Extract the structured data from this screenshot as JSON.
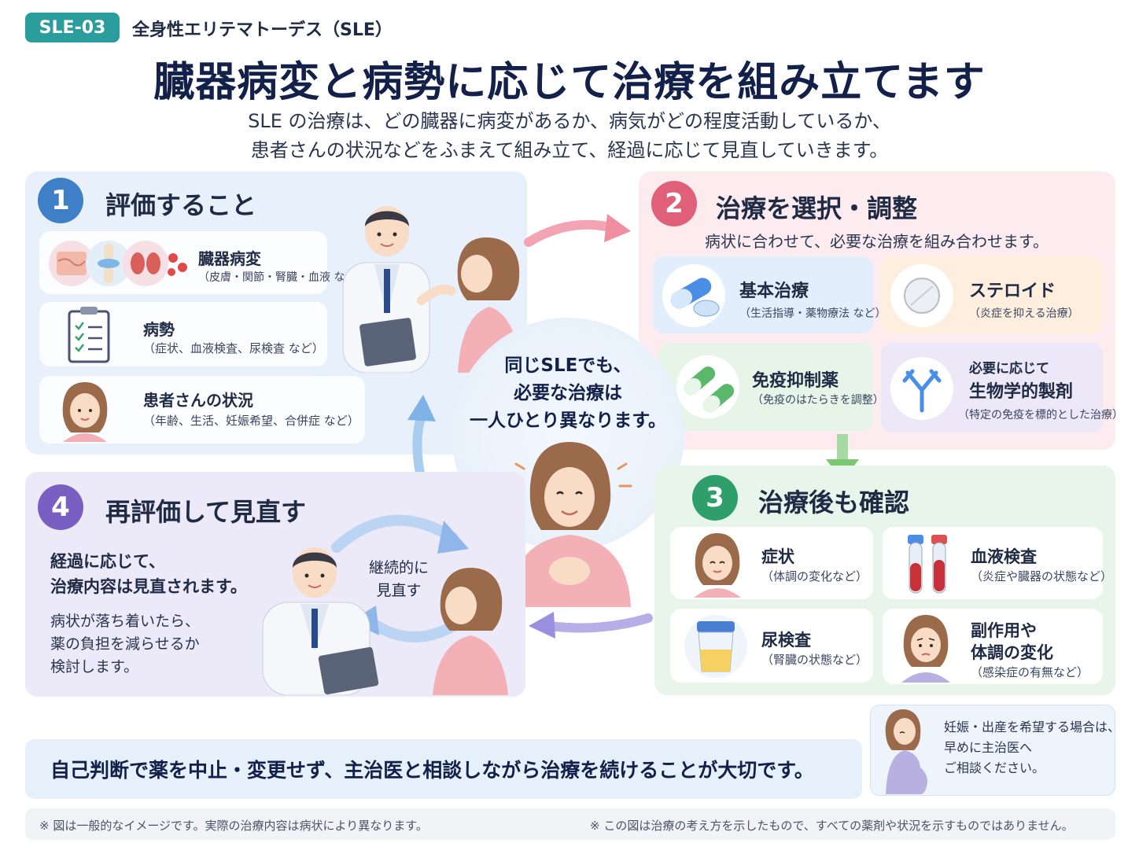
{
  "header": {
    "badge": "SLE-03",
    "subtitle": "全身性エリテマトーデス（SLE）",
    "title": "臓器病変と病勢に応じて治療を組み立てます",
    "intro_line1": "SLE の治療は、どの臓器に病変があるか、病気がどの程度活動しているか、",
    "intro_line2": "患者さんの状況などをふまえて組み立て、経過に応じて見直していきます。"
  },
  "step1": {
    "number": "1",
    "title": "評価すること",
    "items": [
      {
        "title": "臓器病変",
        "sub": "（皮膚・関節・腎臓・血液 など）"
      },
      {
        "title": "病勢",
        "sub": "（症状、血液検査、尿検査 など）"
      },
      {
        "title": "患者さんの状況",
        "sub": "（年齢、生活、妊娠希望、合併症 など）"
      }
    ]
  },
  "step2": {
    "number": "2",
    "title": "治療を選択・調整",
    "desc": "病状に合わせて、必要な治療を組み合わせます。",
    "items": [
      {
        "title": "基本治療",
        "sub": "（生活指導・薬物療法 など）"
      },
      {
        "title": "ステロイド",
        "sub": "（炎症を抑える治療）"
      },
      {
        "title": "免疫抑制薬",
        "sub": "（免疫のはたらきを調整）"
      },
      {
        "pre": "必要に応じて",
        "title": "生物学的製剤",
        "sub": "（特定の免疫を標的とした治療）"
      }
    ]
  },
  "step3": {
    "number": "3",
    "title": "治療後も確認",
    "items": [
      {
        "title": "症状",
        "sub": "（体調の変化など）"
      },
      {
        "title": "血液検査",
        "sub": "（炎症や臓器の状態など）"
      },
      {
        "title": "尿検査",
        "sub": "（腎臓の状態など）"
      },
      {
        "title1": "副作用や",
        "title2": "体調の変化",
        "sub": "（感染症の有無など）"
      }
    ]
  },
  "step4": {
    "number": "4",
    "title": "再評価して見直す",
    "lead1": "経過に応じて、",
    "lead2": "治療内容は見直されます。",
    "body1": "病状が落ち着いたら、",
    "body2": "薬の負担を減らせるか",
    "body3": "検討します。",
    "cycle1": "継続的に",
    "cycle2": "見直す"
  },
  "center": {
    "line1": "同じSLEでも、",
    "line2": "必要な治療は",
    "line3": "一人ひとり異なります。"
  },
  "notice": "自己判断で薬を中止・変更せず、主治医と相談しながら治療を続けることが大切です。",
  "pregnancy": {
    "line1": "妊娠・出産を希望する場合は、",
    "line2": "早めに主治医へ",
    "line3": "ご相談ください。"
  },
  "footer": {
    "left": "※ 図は一般的なイメージです。実際の治療内容は病状により異なります。",
    "right": "※ この図は治療の考え方を示したもので、すべての薬剤や状況を示すものではありません。"
  },
  "colors": {
    "step1": "#3f7fc7",
    "step2": "#e0607a",
    "step3": "#2e9e6a",
    "step4": "#7a5fc2",
    "badge": "#2a9d9c"
  }
}
